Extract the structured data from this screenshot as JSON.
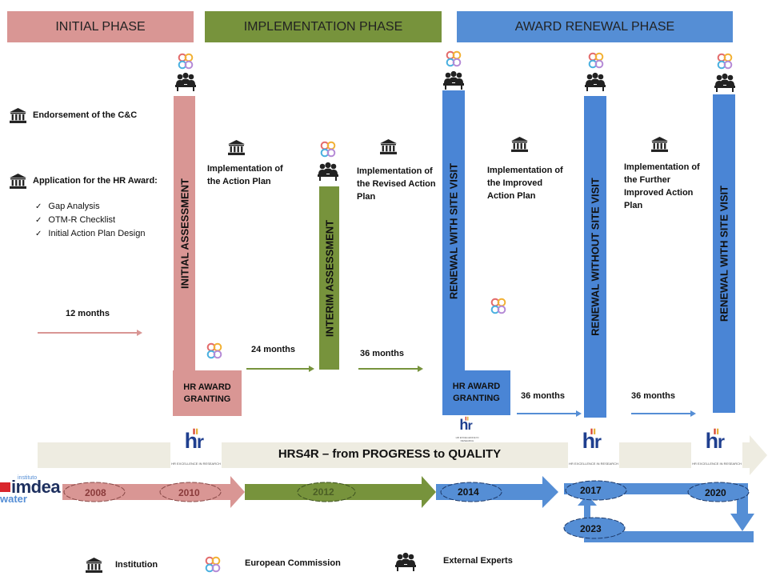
{
  "phases": {
    "initial": "INITIAL PHASE",
    "implementation": "IMPLEMENTATION PHASE",
    "renewal": "AWARD RENEWAL PHASE"
  },
  "left": {
    "endorsement": "Endorsement of the C&C",
    "application": "Application for the HR Award:",
    "checklist": [
      "Gap Analysis",
      "OTM-R Checklist",
      "Initial Action Plan Design"
    ]
  },
  "bars": {
    "initial": "INITIAL ASSESSMENT",
    "interim": "INTERIM ASSESSMENT",
    "renewal1": "RENEWAL WITH SITE VISIT",
    "renewal2": "RENEWAL WITHOUT SITE VISIT",
    "renewal3": "RENEWAL WITH SITE VISIT"
  },
  "implementation": {
    "action_plan": "Implementation of the Action Plan",
    "revised": "Implementation of the Revised Action Plan",
    "improved": "Implementation of the Improved Action Plan",
    "further": "Implementation of the Further Improved Action Plan"
  },
  "durations": {
    "m12": "12 months",
    "m24": "24 months",
    "m36a": "36 months",
    "m36b": "36 months",
    "m36c": "36 months"
  },
  "award_granting": "HR AWARD GRANTING",
  "banner": "HRS4R – from PROGRESS to QUALITY",
  "hr_logo": {
    "mark": "hr",
    "caption": "HR EXCELLENCE IN RESEARCH"
  },
  "imdea": {
    "top": "instituto",
    "main": "imdea",
    "sub": "water"
  },
  "years": {
    "y2008": "2008",
    "y2010": "2010",
    "y2012": "2012",
    "y2014": "2014",
    "y2017": "2017",
    "y2020": "2020",
    "y2023": "2023"
  },
  "legend": {
    "institution": "Institution",
    "commission": "European Commission",
    "experts": "External Experts"
  },
  "colors": {
    "pink": "#d99694",
    "green": "#77933c",
    "blue": "#558ed5",
    "blueBar": "#4a85d5",
    "banner": "#eeece1",
    "hrBlue": "#1f3f8f"
  }
}
